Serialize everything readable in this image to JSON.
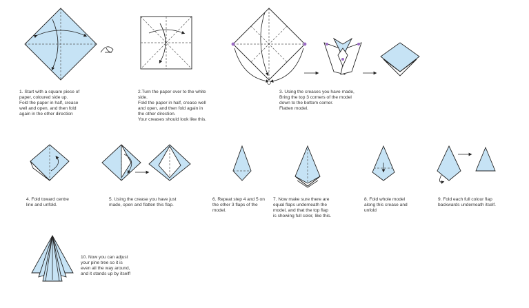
{
  "colors": {
    "paper_blue": "#c6e3f5",
    "line": "#222222",
    "dot": "#9b6bc4"
  },
  "steps": [
    {
      "id": "s1",
      "lines": [
        "1. Start with a square piece of",
        "paper, coloured side up.",
        "Fold the paper in half, crease",
        "well  and open,  and then fold",
        "again in the other direction"
      ]
    },
    {
      "id": "s2",
      "lines": [
        "2.Turn the paper over to the white",
        "side.",
        "Fold the paper in half, crease well",
        "and open,  and then fold again in",
        "the other direction.",
        "Your creases should look like this."
      ]
    },
    {
      "id": "s3",
      "lines": [
        "3.  Using the creases you have made,",
        "Bring the top 3 corners of the model",
        "down to the bottom corner.",
        "Flatten model."
      ]
    },
    {
      "id": "s4",
      "lines": [
        "4. Fold toward centre",
        "line and unfold."
      ]
    },
    {
      "id": "s5",
      "lines": [
        "5. Using the crease you have just",
        "made, open and flatten this flap."
      ]
    },
    {
      "id": "s6",
      "lines": [
        "6. Repeat step 4 and 5 on",
        "the other 3 flaps of the",
        "model."
      ]
    },
    {
      "id": "s7",
      "lines": [
        "7. Now make sure there are",
        "equal flaps underneath the",
        "model, and that the top flap",
        "is showing full color, like this."
      ]
    },
    {
      "id": "s8",
      "lines": [
        "8. Fold whole model",
        "along this crease and",
        "unfold"
      ]
    },
    {
      "id": "s9",
      "lines": [
        "9. Fold each full colour flap",
        "backwards underneath itself."
      ]
    },
    {
      "id": "s10",
      "lines": [
        "10.  Now you can adjust",
        "your pine tree so it is",
        "even all the way around,",
        "and it stands up by itself!"
      ]
    }
  ]
}
